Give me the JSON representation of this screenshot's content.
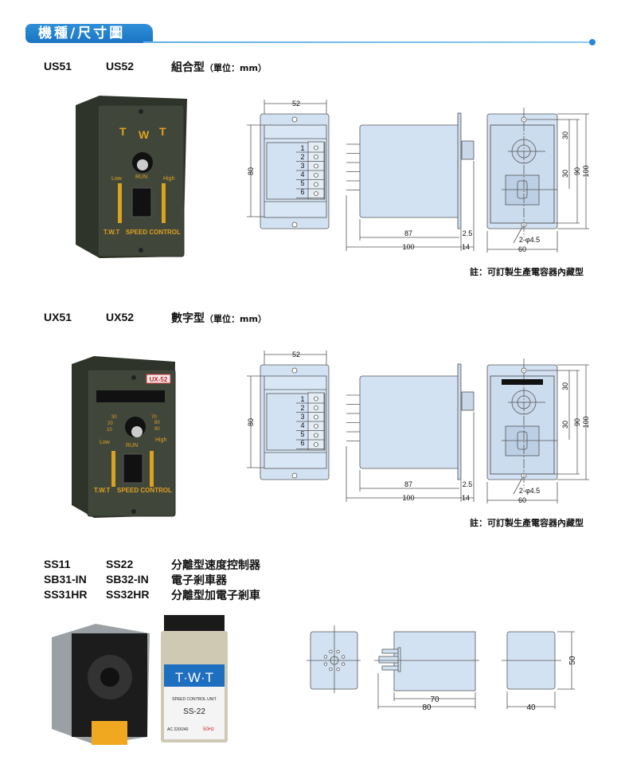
{
  "header": {
    "title": "機種/尺寸圖"
  },
  "section1": {
    "model_a": "US51",
    "model_b": "US52",
    "type": "組合型",
    "unit": "（單位：mm）",
    "note": "註：可訂製生產電容器內藏型",
    "product": {
      "brand_letters": [
        "T",
        "W",
        "T"
      ],
      "low": "Low",
      "high": "High",
      "run": "RUN",
      "logo": "T.W.T",
      "label": "SPEED CONTROL"
    },
    "dims": {
      "w52": "52",
      "h80": "80",
      "t1": "1",
      "t2": "2",
      "t3": "3",
      "t4": "4",
      "t5": "5",
      "t6": "6",
      "d87": "87",
      "d25": "2.5",
      "d100": "100",
      "d14": "14",
      "v30a": "30",
      "v30b": "30",
      "v90": "90",
      "v100": "100",
      "hole": "2-φ4.5",
      "w60": "60"
    }
  },
  "section2": {
    "model_a": "UX51",
    "model_b": "UX52",
    "type": "數字型",
    "unit": "（單位：mm）",
    "note": "註：可訂製生產電容器內藏型",
    "product": {
      "tag": "UX-52",
      "scale": [
        "10",
        "20",
        "30",
        "70",
        "80",
        "90"
      ],
      "low": "Low",
      "high": "High",
      "run": "RUN",
      "logo": "T.W.T",
      "label": "SPEED CONTROL"
    },
    "dims": {
      "w52": "52",
      "h80": "80",
      "t1": "1",
      "t2": "2",
      "t3": "3",
      "t4": "4",
      "t5": "5",
      "t6": "6",
      "d87": "87",
      "d25": "2.5",
      "d100": "100",
      "d14": "14",
      "v30a": "30",
      "v30b": "30",
      "v90": "90",
      "v100": "100",
      "hole": "2-φ4.5",
      "w60": "60"
    }
  },
  "section3": {
    "rows": [
      {
        "a": "SS11",
        "b": "SS22",
        "desc": "分離型速度控制器"
      },
      {
        "a": "SB31-IN",
        "b": "SB32-IN",
        "desc": "電子剎車器"
      },
      {
        "a": "SS31HR",
        "b": "SS32HR",
        "desc": "分離型加電子剎車"
      }
    ],
    "unit_label": {
      "brand": "T·W·T",
      "title": "SPEED CONTROL UNIT",
      "model": "SS-22",
      "voltage": "AC 220/240",
      "freq": "50Hz"
    },
    "dims": {
      "d70": "70",
      "d80": "80",
      "d40": "40",
      "d50": "50"
    }
  }
}
